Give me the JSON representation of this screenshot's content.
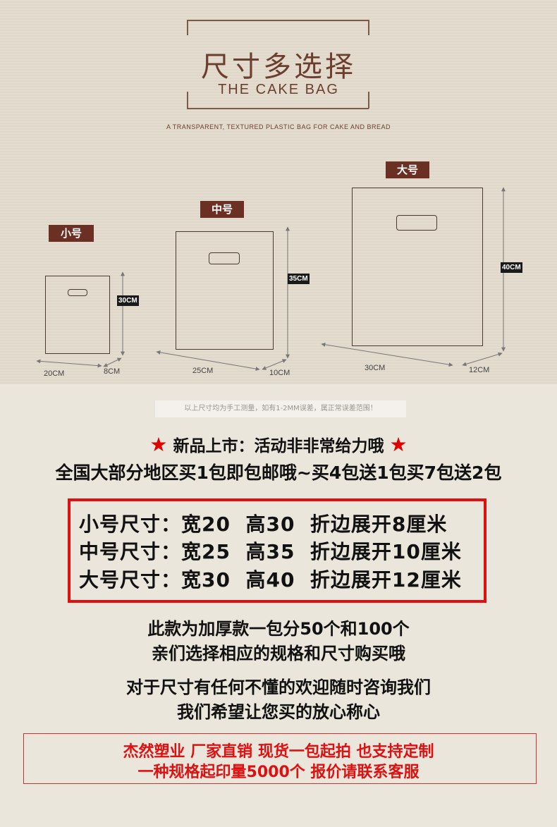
{
  "header": {
    "title_cn": "尺寸多选择",
    "title_en": "THE CAKE BAG",
    "subtitle": "A TRANSPARENT, TEXTURED PLASTIC BAG FOR CAKE AND BREAD"
  },
  "bags": {
    "small": {
      "tag": "小号",
      "height": "30CM",
      "width": "20CM",
      "depth": "8CM"
    },
    "medium": {
      "tag": "中号",
      "height": "35CM",
      "width": "25CM",
      "depth": "10CM"
    },
    "large": {
      "tag": "大号",
      "height": "40CM",
      "width": "30CM",
      "depth": "12CM"
    }
  },
  "note": "以上尺寸均为手工测量，如有1-2MM误差，属正常误差范围！",
  "promo": {
    "star": "★",
    "line1": "新品上市：活动非非常给力哦",
    "line2": "全国大部分地区买1包即包邮哦~买4包送1包买7包送2包"
  },
  "specs": [
    "小号尺寸：宽20  高30  折边展开8厘米",
    "中号尺寸：宽25  高35  折边展开10厘米",
    "大号尺寸：宽30  高40  折边展开12厘米"
  ],
  "info": [
    "此款为加厚款一包分50个和100个",
    "亲们选择相应的规格和尺寸购买哦",
    "对于尺寸有任何不懂的欢迎随时咨询我们",
    "我们希望让您买的放心称心"
  ],
  "footer": [
    "杰然塑业  厂家直销  现货一包起拍  也支持定制",
    "一种规格起印量5000个  报价请联系客服"
  ],
  "colors": {
    "brown": "#6b2f24",
    "red": "#e01010",
    "background": "#ebe6dc"
  }
}
